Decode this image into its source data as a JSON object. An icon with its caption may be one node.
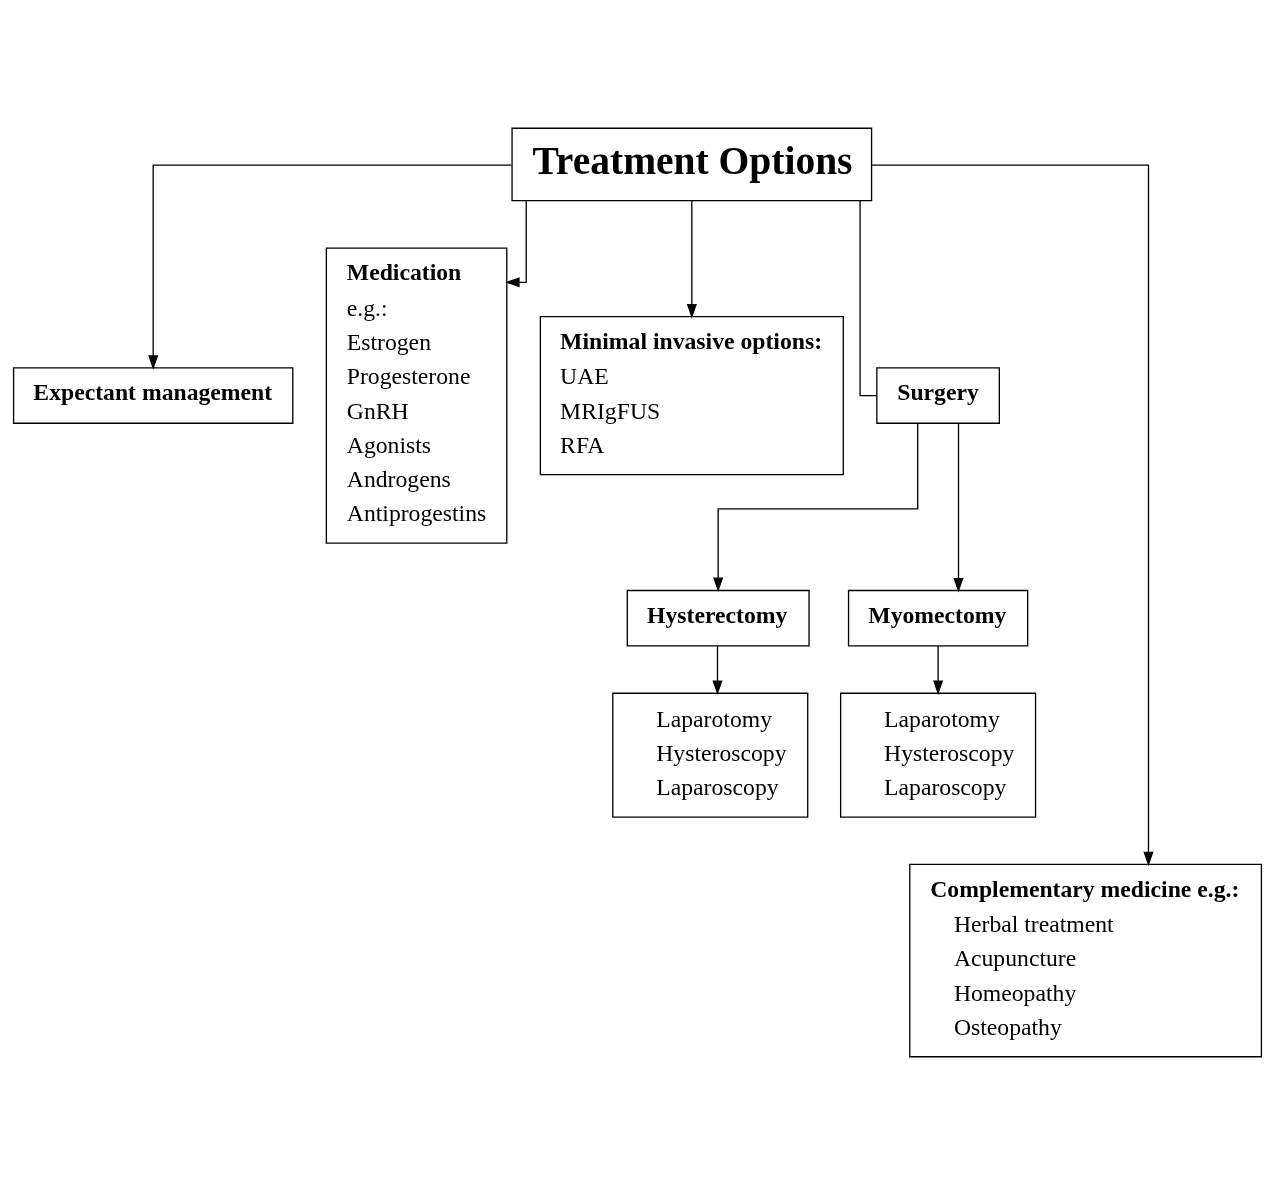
{
  "diagram": {
    "nodes": [
      {
        "text": [
          "Treatment Options"
        ]
      },
      {
        "text": [
          "Expectant management"
        ]
      },
      {
        "text": [
          "Medication",
          "e.g.:",
          "Estrogen",
          "Progesterone",
          "GnRH",
          "Agonists",
          "Androgens",
          "Antiprogestins"
        ]
      },
      {
        "text": [
          "Minimal invasive options:",
          "UAE",
          "MRIgFUS",
          "RFA"
        ]
      },
      {
        "text": [
          "Surgery"
        ]
      },
      {
        "text": [
          "Hysterectomy"
        ]
      },
      {
        "text": [
          "Myomectomy"
        ]
      },
      {
        "text": [
          "Laparotomy",
          "Hysteroscopy",
          "Laparoscopy"
        ]
      },
      {
        "text": [
          "Laparotomy",
          "Hysteroscopy",
          "Laparoscopy"
        ]
      },
      {
        "text": [
          "Complementary medicine e.g.:",
          "Herbal treatment",
          "Acupuncture",
          "Homeopathy",
          "Osteopathy"
        ]
      }
    ],
    "edges": [
      {
        "from": 0,
        "to": 1,
        "arrow": "to"
      },
      {
        "from": 0,
        "to": 2,
        "arrow": "to"
      },
      {
        "from": 0,
        "to": 3,
        "arrow": "to"
      },
      {
        "from": 0,
        "to": 9,
        "arrow": "to"
      },
      {
        "from": 0,
        "to": 4,
        "arrow": "none"
      },
      {
        "from": 4,
        "to": 5,
        "arrow": "to"
      },
      {
        "from": 4,
        "to": 6,
        "arrow": "to"
      },
      {
        "from": 5,
        "to": 7,
        "arrow": "to"
      },
      {
        "from": 6,
        "to": 8,
        "arrow": "to"
      }
    ]
  }
}
